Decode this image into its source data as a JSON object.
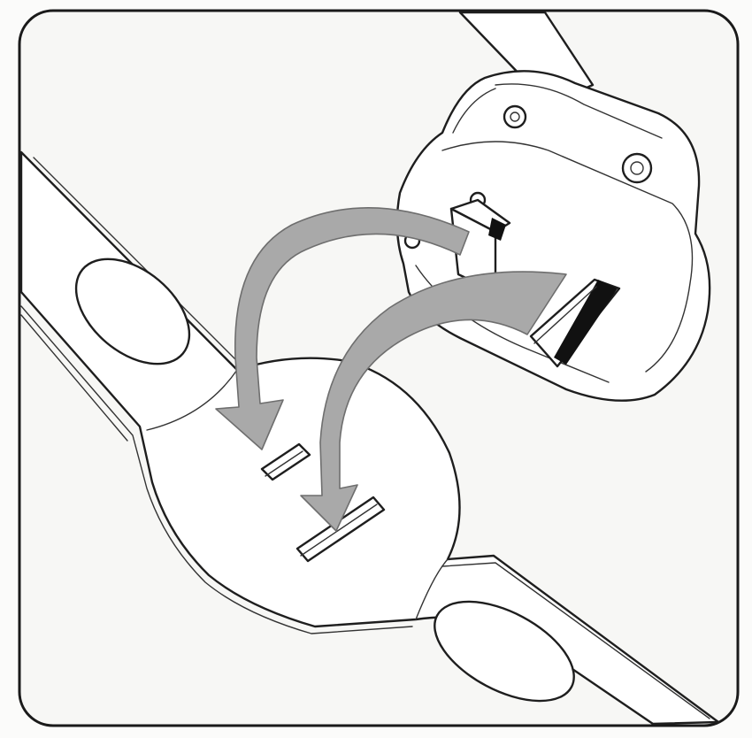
{
  "illustration": {
    "frame": {
      "style": "rounded-border"
    },
    "parts": {
      "strap": "chest-strap",
      "module": "transmitter-module",
      "arrows": [
        "attach-arrow-left",
        "attach-arrow-right"
      ],
      "slots": [
        "strap-slot-upper",
        "strap-slot-lower"
      ]
    },
    "colors": {
      "line": "#1e1e1e",
      "paper": "#f7f7f5",
      "arrow_fill": "#a9a9a9",
      "arrow_stroke": "#6e6e6e"
    }
  }
}
